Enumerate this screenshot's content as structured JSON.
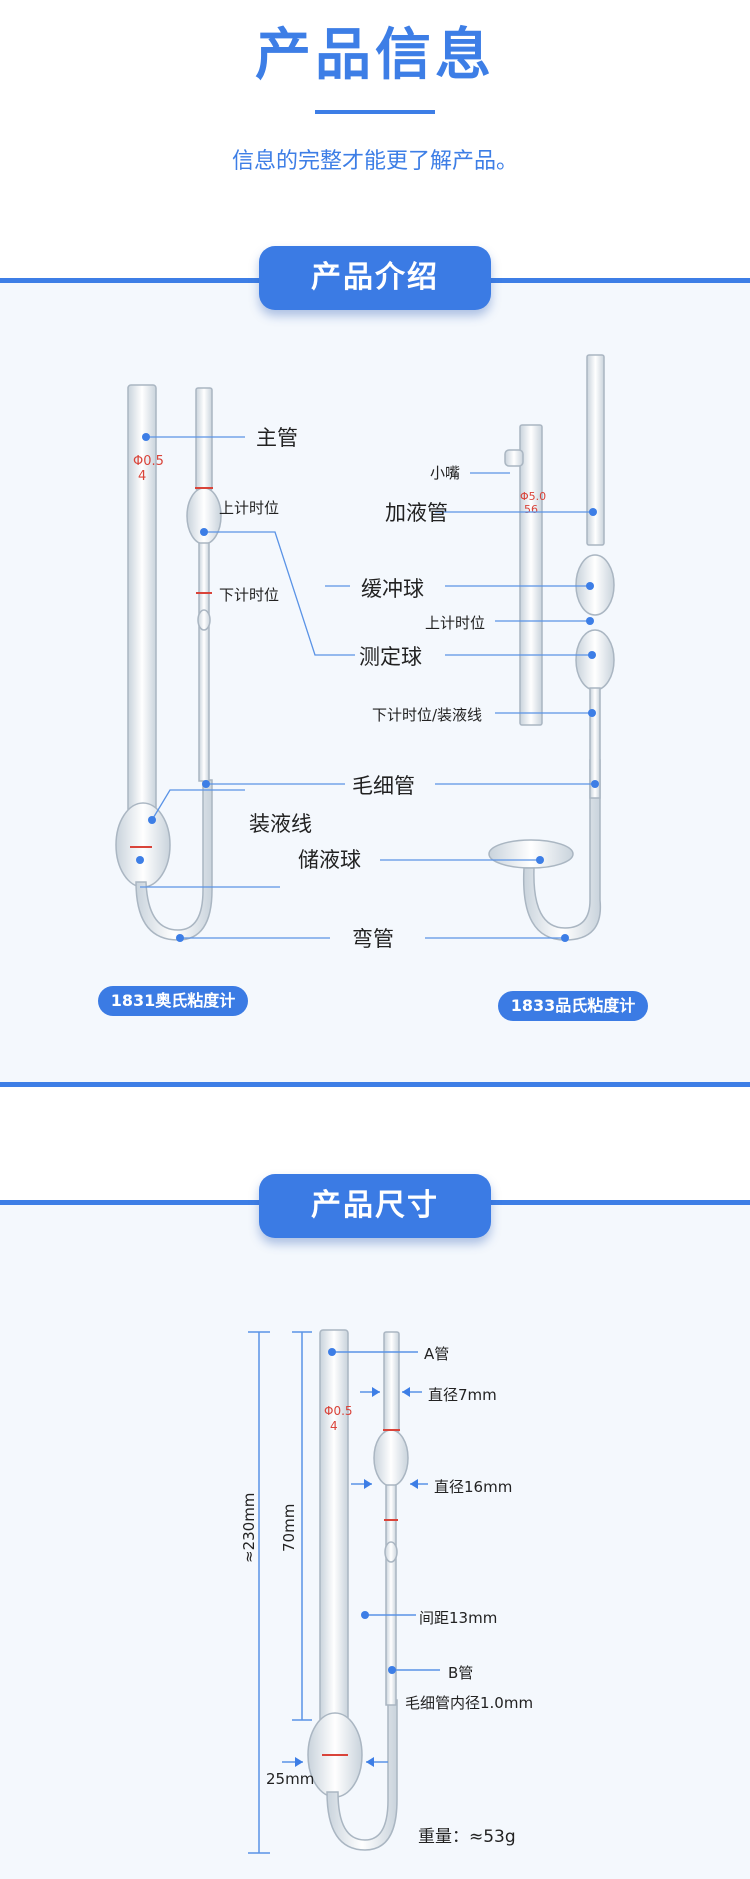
{
  "header": {
    "title": "产品信息",
    "subtitle": "信息的完整才能更了解产品。"
  },
  "intro": {
    "section_title": "产品介绍",
    "left_labels": {
      "main_tube": "主管",
      "upper_timing": "上计时位",
      "lower_timing": "下计时位",
      "fill_line": "装液线",
      "reservoir_bulb": "储液球"
    },
    "center_labels": {
      "measuring_bulb": "测定球",
      "buffer_bulb": "缓冲球",
      "capillary": "毛细管",
      "bend": "弯管"
    },
    "right_labels": {
      "nozzle": "小嘴",
      "filling_tube": "加液管",
      "upper_timing": "上计时位",
      "lower_timing_fill": "下计时位/装液线"
    },
    "glass_marks_left": [
      "Φ0.5",
      "4"
    ],
    "glass_marks_right": [
      "Φ5.0",
      "56"
    ],
    "badge_left": "1831奥氏粘度计",
    "badge_right": "1833品氏粘度计"
  },
  "dimensions": {
    "section_title": "产品尺寸",
    "total_height": "≈230mm",
    "height_70": "70mm",
    "width_25": "25mm",
    "tube_a": "A管",
    "diameter_7": "直径7mm",
    "diameter_16": "直径16mm",
    "spacing_13": "间距13mm",
    "tube_b": "B管",
    "capillary_inner": "毛细管内径1.0mm",
    "weight": "重量：≈53g",
    "glass_marks": [
      "Φ0.5",
      "4"
    ]
  },
  "colors": {
    "accent": "#3d7ee6",
    "pill": "#3b7be4",
    "section_bg": "#f4f8fd",
    "mark_red": "#d9443a",
    "leader": "#5a93e6"
  }
}
